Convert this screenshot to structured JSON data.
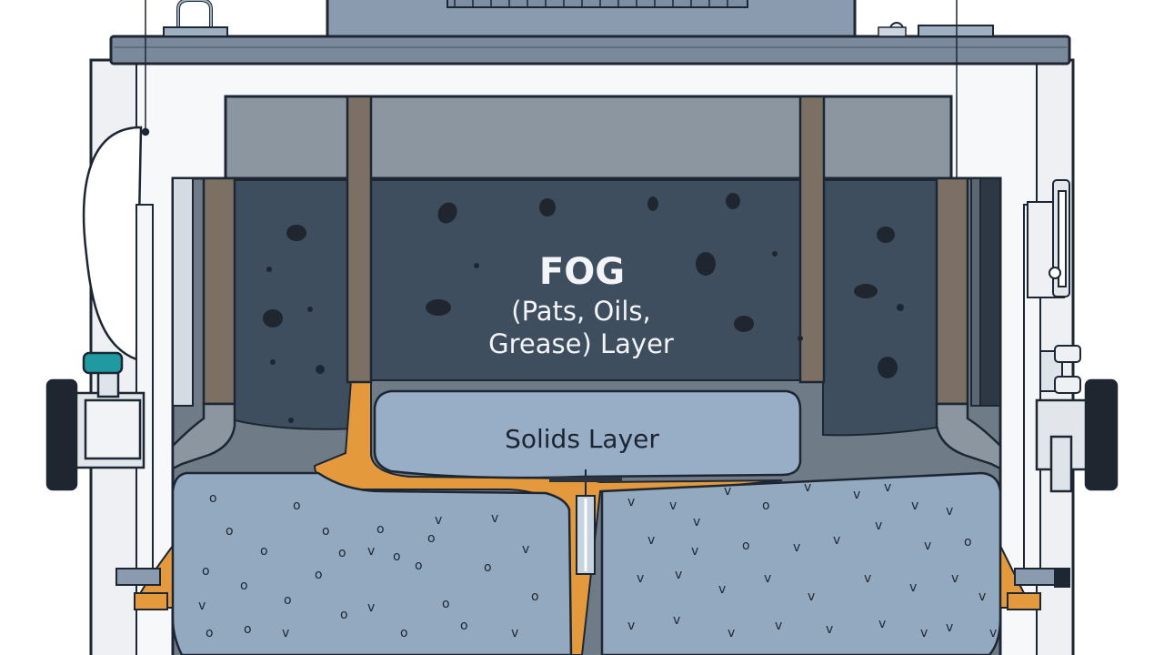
{
  "labels": {
    "fog_title": "FOG",
    "fog_line2": "(Pats, Oils,",
    "fog_line3": "Grease) Layer",
    "solids": "Solids Layer"
  },
  "colors": {
    "outline": "#1d2733",
    "casing": "#eef0f3",
    "lid": "#8a9bb0",
    "inner_top": "#8c96a1",
    "fog_layer": "#3e4e5f",
    "solids_layer": "#98aec6",
    "water": "#93a9c0",
    "grease_channel": "#e49a3c",
    "wall": "#7b7063",
    "speck": "#1f2630",
    "valve_teal": "#1f9aa0"
  }
}
